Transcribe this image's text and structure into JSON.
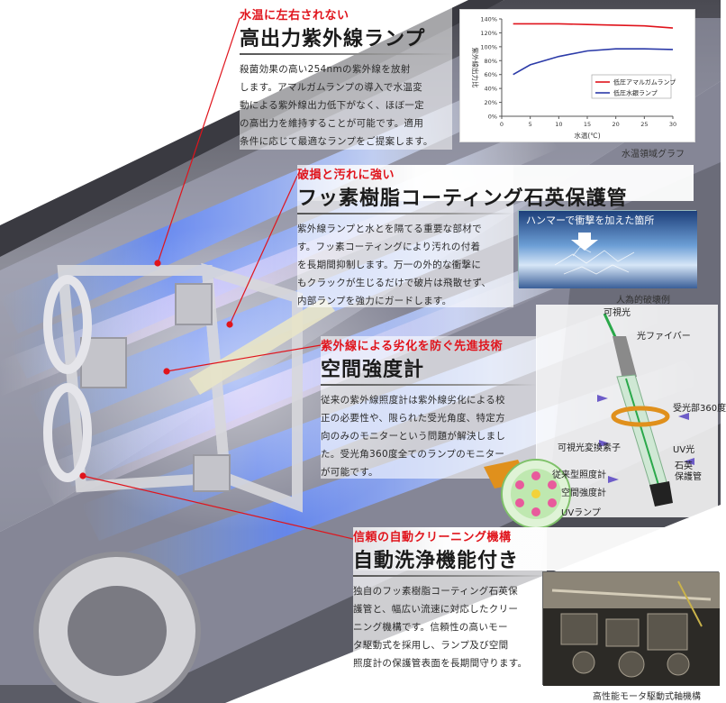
{
  "sections": {
    "lamp": {
      "subtitle": "水温に左右されない",
      "title": "高出力紫外線ランプ",
      "lines": [
        "殺菌効果の高い254nmの紫外線を放射",
        "します。アマルガムランプの導入で水温変",
        "動による紫外線出力低下がなく、ほぼ一定",
        "の高出力を維持することが可能です。適用",
        "条件に応じて最適なランプをご提案します。"
      ]
    },
    "coating": {
      "subtitle": "破損と汚れに強い",
      "title": "フッ素樹脂コーティング石英保護管",
      "lines": [
        "紫外線ランプと水とを隔てる重要な部材で",
        "す。フッ素コーティングにより汚れの付着",
        "を長期間抑制します。万一の外的な衝撃に",
        "もクラックが生じるだけで破片は飛散せず、",
        "内部ランプを強力にガードします。"
      ],
      "photo_label": "ハンマーで衝撃を加えた箇所",
      "photo_caption": "人為的破壊例"
    },
    "meter": {
      "subtitle": "紫外線による劣化を防ぐ先進技術",
      "title": "空間強度計",
      "lines": [
        "従来の紫外線照度計は紫外線劣化による校",
        "正の必要性や、限られた受光角度、特定方",
        "向のみのモニターという問題が解決しまし",
        "た。受光角360度全てのランプのモニター",
        "が可能です。"
      ],
      "figure_labels": {
        "visible_light": "可視光",
        "optical_fiber": "光ファイバー",
        "receiver": "受光部360度",
        "converter": "可視光変換素子",
        "uv_light": "UV光",
        "quartz_tube": "石英\n保護管",
        "legacy_meter": "従来型照度計",
        "space_meter": "空間強度計",
        "uv_lamp": "UVランプ"
      }
    },
    "cleaning": {
      "subtitle": "信頼の自動クリーニング機構",
      "title": "自動洗浄機能付き",
      "lines": [
        "独自のフッ素樹脂コーティング石英保",
        "護管と、幅広い流速に対応したクリー",
        "ニング機構です。信頼性の高いモー",
        "タ駆動式を採用し、ランプ及び空間",
        "照度計の保護管表面を長期間守ります。"
      ],
      "photo_caption": "高性能モータ駆動式軸機構"
    }
  },
  "chart_data": {
    "type": "line",
    "title": "",
    "caption": "水温領域グラフ",
    "xlabel": "水温(℃)",
    "ylabel": "紫外線出力比",
    "xlim": [
      0,
      30
    ],
    "ylim": [
      0,
      140
    ],
    "x_ticks": [
      0,
      5,
      10,
      15,
      20,
      25,
      30
    ],
    "y_ticks": [
      0,
      20,
      40,
      60,
      80,
      100,
      120,
      140
    ],
    "y_tick_labels": [
      "0%",
      "20%",
      "40%",
      "60%",
      "80%",
      "100%",
      "120%",
      "140%"
    ],
    "legend_position": "bottom-right",
    "grid": false,
    "series": [
      {
        "name": "低圧アマルガムランプ",
        "color": "#e0141c",
        "x": [
          2,
          5,
          10,
          15,
          20,
          25,
          30
        ],
        "values": [
          133,
          133,
          133,
          132,
          131,
          130,
          127
        ]
      },
      {
        "name": "低圧水銀ランプ",
        "color": "#2b3aa8",
        "x": [
          2,
          5,
          10,
          15,
          20,
          25,
          30
        ],
        "values": [
          60,
          74,
          86,
          94,
          97,
          97,
          96
        ]
      }
    ]
  }
}
